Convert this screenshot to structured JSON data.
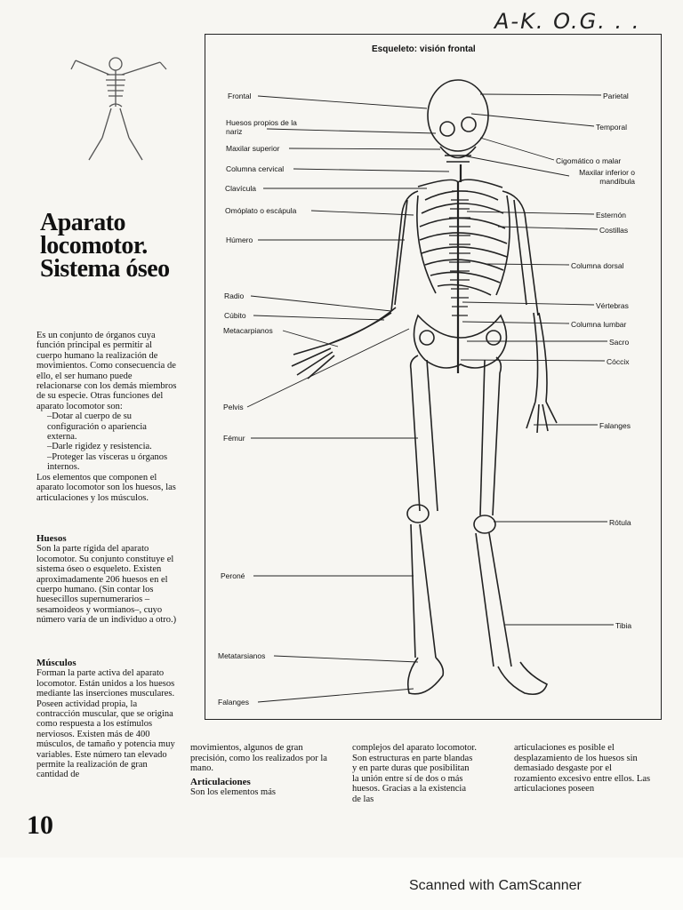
{
  "handwriting": "A-K. O.G. . .",
  "diagram": {
    "title": "Esqueleto: visión frontal",
    "labels_left": [
      "Frontal",
      "Huesos propios de la nariz",
      "Maxilar superior",
      "Columna cervical",
      "Clavícula",
      "Omóplato o escápula",
      "Húmero",
      "Radio",
      "Cúbito",
      "Metacarpianos",
      "Pelvis",
      "Fémur",
      "Peroné",
      "Metatarsianos",
      "Falanges"
    ],
    "labels_right": [
      "Parietal",
      "Temporal",
      "Cigomático o malar",
      "Maxilar inferior o mandíbula",
      "Esternón",
      "Costillas",
      "Columna dorsal",
      "Vértebras",
      "Columna lumbar",
      "Sacro",
      "Cóccix",
      "Falanges",
      "Rótula",
      "Tibia"
    ]
  },
  "heading": "Aparato locomotor. Sistema óseo",
  "intro": "Es un conjunto de órganos cuya función principal es permitir al cuerpo humano la realización de movimientos. Como consecuencia de ello, el ser humano puede relacionarse con los demás miembros de su especie. Otras funciones del aparato locomotor son:",
  "intro_items": [
    "–Dotar al cuerpo de su configuración o apariencia externa.",
    "–Darle rigidez y resistencia.",
    "–Proteger las vísceras u órganos internos."
  ],
  "intro_end": "Los elementos que componen el aparato locomotor son los huesos, las articulaciones y los músculos.",
  "huesos": {
    "title": "Huesos",
    "text": "Son la parte rígida del aparato locomotor. Su conjunto constituye el sistema óseo o esqueleto. Existen aproximadamente 206 huesos en el cuerpo humano. (Sin contar los huesecillos supernumerarios –sesamoideos y wormianos–, cuyo número varía de un individuo a otro.)"
  },
  "musculos": {
    "title": "Músculos",
    "text": "Forman la parte activa del aparato locomotor. Están unidos a los huesos mediante las inserciones musculares. Poseen actividad propia, la contracción muscular, que se origina como respuesta a los estímulos nerviosos. Existen más de 400 músculos, de tamaño y potencia muy variables. Este número tan elevado permite la realización de gran cantidad de"
  },
  "col2": {
    "text": "movimientos, algunos de gran precisión, como los realizados por la mano.",
    "subtitle": "Articulaciones",
    "text2": "Son los elementos más"
  },
  "col3": "complejos del aparato locomotor. Son estructuras en parte blandas y en parte duras que posibilitan la unión entre sí de dos o más huesos. Gracias a la existencia de las",
  "col4": "articulaciones es posible el desplazamiento de los huesos sin demasiado desgaste por el rozamiento excesivo entre ellos. Las articulaciones poseen",
  "page_number": "10",
  "footer": "Scanned with CamScanner"
}
